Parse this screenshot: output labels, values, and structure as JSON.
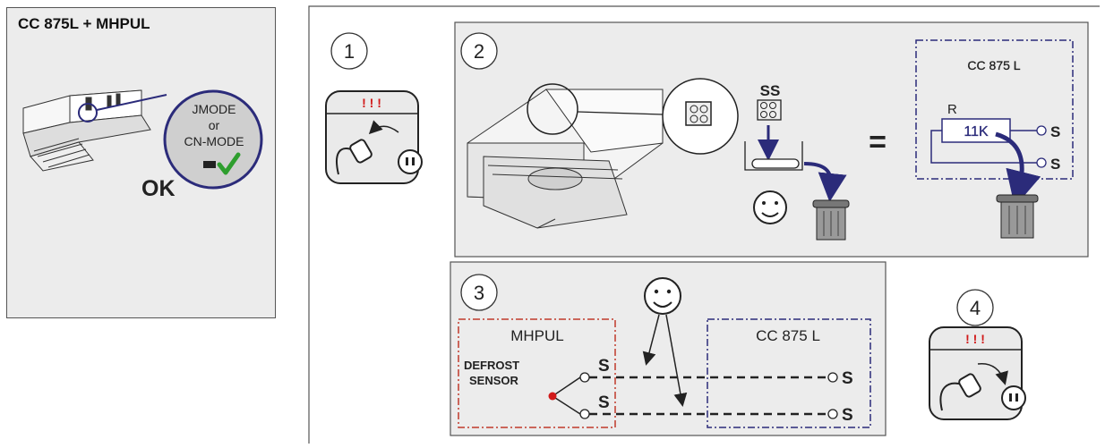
{
  "left_panel": {
    "title": "CC 875L + MHPUL",
    "mode_line1": "JMODE",
    "mode_line2": "or",
    "mode_line3": "CN-MODE",
    "ok_label": "OK"
  },
  "steps": {
    "step1": {
      "number": "1",
      "warning": "! ! !"
    },
    "step2": {
      "number": "2",
      "connector_label": "SS",
      "equals": "=",
      "box_title": "CC 875 L",
      "resistor_label": "R",
      "resistor_value": "11K",
      "terminal_top": "S",
      "terminal_bottom": "S"
    },
    "step3": {
      "number": "3",
      "left_box_title": "MHPUL",
      "sensor_line1": "DEFROST",
      "sensor_line2": "SENSOR",
      "left_terminal_top": "S",
      "left_terminal_bottom": "S",
      "right_box_title": "CC 875 L",
      "right_terminal_top": "S",
      "right_terminal_bottom": "S"
    },
    "step4": {
      "number": "4",
      "warning": "! ! !"
    }
  },
  "colors": {
    "navy": "#2b2b7a",
    "red": "#c0392b",
    "check_green": "#2e9e2e",
    "warning_red": "#d11a1a"
  }
}
